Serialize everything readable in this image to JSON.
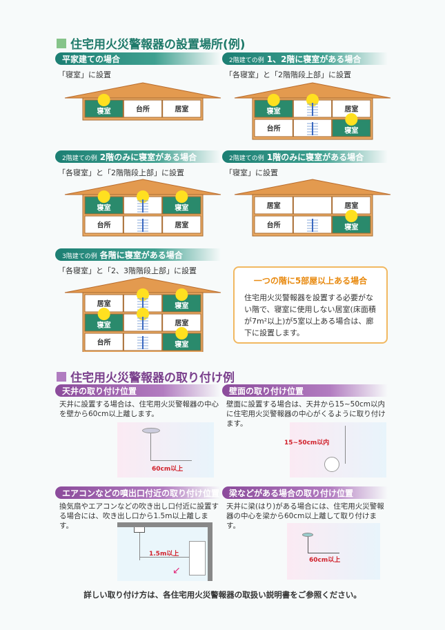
{
  "section1": {
    "title": "住宅用火災警報器の設置場所(例)"
  },
  "cases": [
    {
      "prefix": "",
      "title": "平家建ての場合",
      "rule": "「寝室」に設置",
      "floors": [
        [
          "bed",
          "kitchen",
          "living"
        ]
      ]
    },
    {
      "prefix": "2階建ての例",
      "title": "1、2階に寝室がある場合",
      "rule": "「各寝室」と「2階階段上部」に設置",
      "floors": [
        [
          "bed",
          "stairdet",
          "living"
        ],
        [
          "kitchen",
          "stair",
          "bed"
        ]
      ]
    },
    {
      "prefix": "2階建ての例",
      "title": "2階のみに寝室がある場合",
      "rule": "「各寝室」と「2階階段上部」に設置",
      "floors": [
        [
          "bed",
          "stairdet",
          "bed"
        ],
        [
          "kitchen",
          "stair",
          "living"
        ]
      ]
    },
    {
      "prefix": "2階建ての例",
      "title": "1階のみに寝室がある場合",
      "rule": "「寝室」に設置",
      "floors": [
        [
          "living",
          "empty",
          "living"
        ],
        [
          "kitchen",
          "stair",
          "bed"
        ]
      ]
    },
    {
      "prefix": "3階建ての例",
      "title": "各階に寝室がある場合",
      "rule": "「各寝室」と「2、3階階段上部」に設置",
      "floors": [
        [
          "living",
          "stairdet",
          "bed"
        ],
        [
          "bed",
          "stairdet",
          "living"
        ],
        [
          "kitchen",
          "stair",
          "bed"
        ]
      ]
    }
  ],
  "room_labels": {
    "bed": "寝室",
    "kitchen": "台所",
    "living": "居室"
  },
  "note": {
    "title": "一つの階に5部屋以上ある場合",
    "body": "住宅用火災警報器を設置する必要がない階で、寝室に使用しない居室(床面積が7m²以上)が5室以上ある場合は、廊下に設置します。"
  },
  "section2": {
    "title": "住宅用火災警報器の取り付け例"
  },
  "mounts": [
    {
      "title": "天井の取り付け位置",
      "body": "天井に設置する場合は、住宅用火災警報器の中心を壁から60cm以上離します。",
      "measure": "60cm以上"
    },
    {
      "title": "壁面の取り付け位置",
      "body": "壁面に設置する場合は、天井から15~50cm以内に住宅用火災警報器の中心がくるように取り付けます。",
      "measure": "15~50cm以内"
    },
    {
      "title": "エアコンなどの噴出口付近の取り付け位置",
      "body": "換気扇やエアコンなどの吹き出し口付近に設置する場合には、吹き出し口から1.5m以上離します。",
      "measure": "1.5m以上"
    },
    {
      "title": "梁などがある場合の取り付け位置",
      "body": "天井に梁(はり)がある場合には、住宅用火災警報器の中心を梁から60cm以上離して取り付けます。",
      "measure": "60cm以上"
    }
  ],
  "footer": "詳しい取り付け方は、各住宅用火災警報器の取扱い説明書をご参照ください。",
  "colors": {
    "teal": "#1c7f73",
    "purple": "#8b4b9b",
    "roof": "#e39a4f",
    "bed": "#2a8a6c",
    "detector": "#ffe020"
  }
}
